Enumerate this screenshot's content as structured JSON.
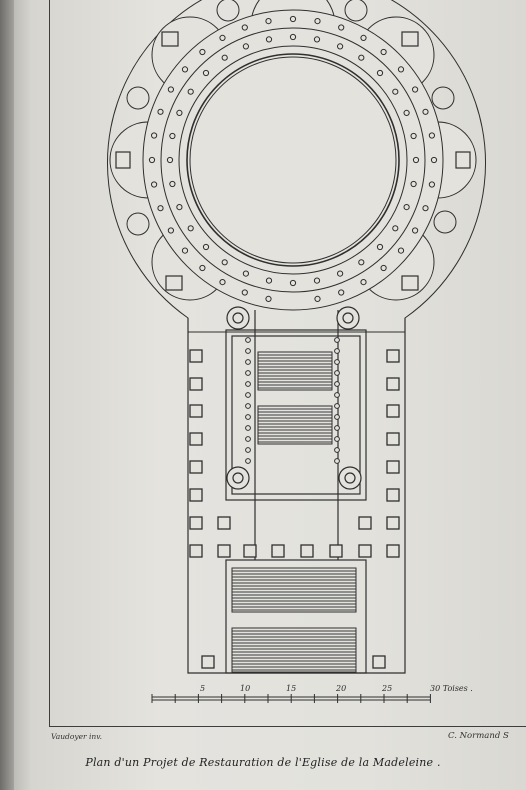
{
  "caption": "Plan d'un Projet de Restauration de l'Eglise de la Madeleine .",
  "credit_left": "Vaudoyer inv.",
  "credit_right": "C. Normand S",
  "scale": {
    "ticks": [
      "5",
      "10",
      "15",
      "20",
      "25",
      "30 Toises ."
    ]
  },
  "colors": {
    "paper": "#e3e2dd",
    "ink": "#2f2f2f"
  }
}
